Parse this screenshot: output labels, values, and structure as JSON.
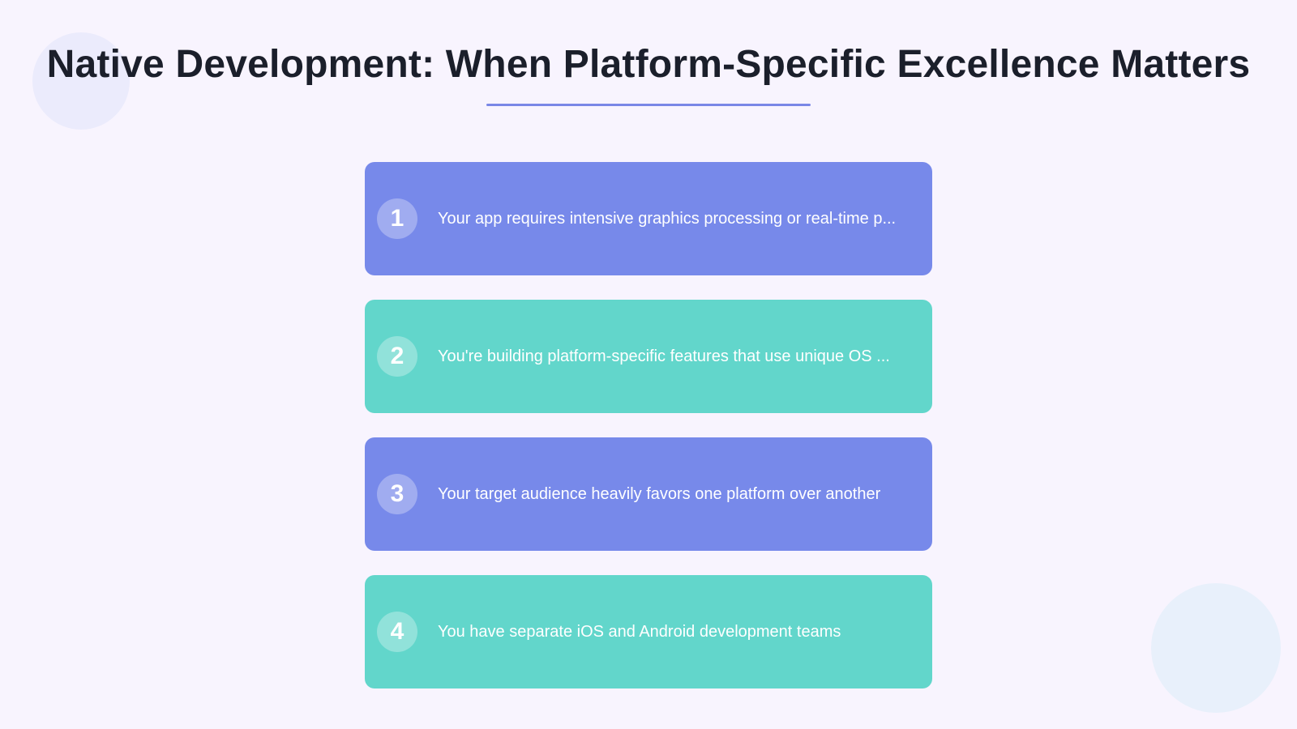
{
  "slide": {
    "title": "Native Development: When Platform-Specific Excellence Matters",
    "accent_color": "#7a87e6",
    "background_color": "#f8f4fe"
  },
  "items": [
    {
      "number": "1",
      "text": "Your app requires intensive graphics processing or real-time p...",
      "color": "#7789ea"
    },
    {
      "number": "2",
      "text": "You're building platform-specific features that use unique OS ...",
      "color": "#62d6cb"
    },
    {
      "number": "3",
      "text": "Your target audience heavily favors one platform over another",
      "color": "#7789ea"
    },
    {
      "number": "4",
      "text": "You have separate iOS and Android development teams",
      "color": "#62d6cb"
    }
  ]
}
